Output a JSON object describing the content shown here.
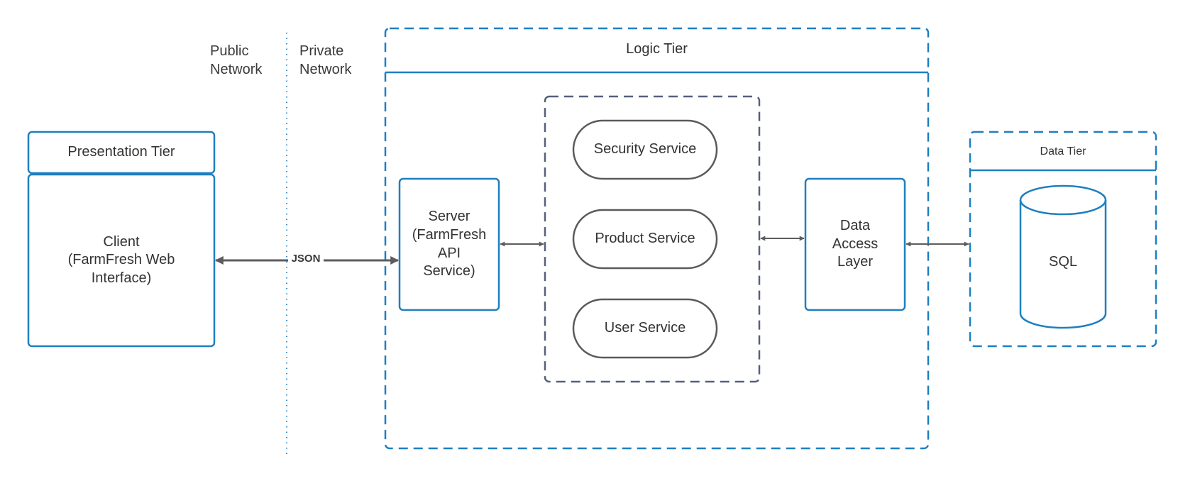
{
  "network": {
    "public_label": "Public\nNetwork",
    "private_label": "Private\nNetwork"
  },
  "presentation_tier": {
    "title": "Presentation Tier",
    "client_label": "Client\n(FarmFresh Web\nInterface)"
  },
  "connection": {
    "protocol_label": "JSON"
  },
  "logic_tier": {
    "title": "Logic Tier",
    "server_label": "Server\n(FarmFresh\nAPI\nService)",
    "services": [
      {
        "label": "Security Service"
      },
      {
        "label": "Product Service"
      },
      {
        "label": "User Service"
      }
    ],
    "data_access_label": "Data\nAccess\nLayer"
  },
  "data_tier": {
    "title": "Data Tier",
    "database_label": "SQL"
  },
  "colors": {
    "tier_blue": "#1f7fc0",
    "service_group_dash": "#55607a",
    "service_pill_stroke": "#5a5a5a",
    "arrow_gray": "#5c5c5c",
    "divider_dots": "#3a8fd0",
    "text": "#333333"
  }
}
